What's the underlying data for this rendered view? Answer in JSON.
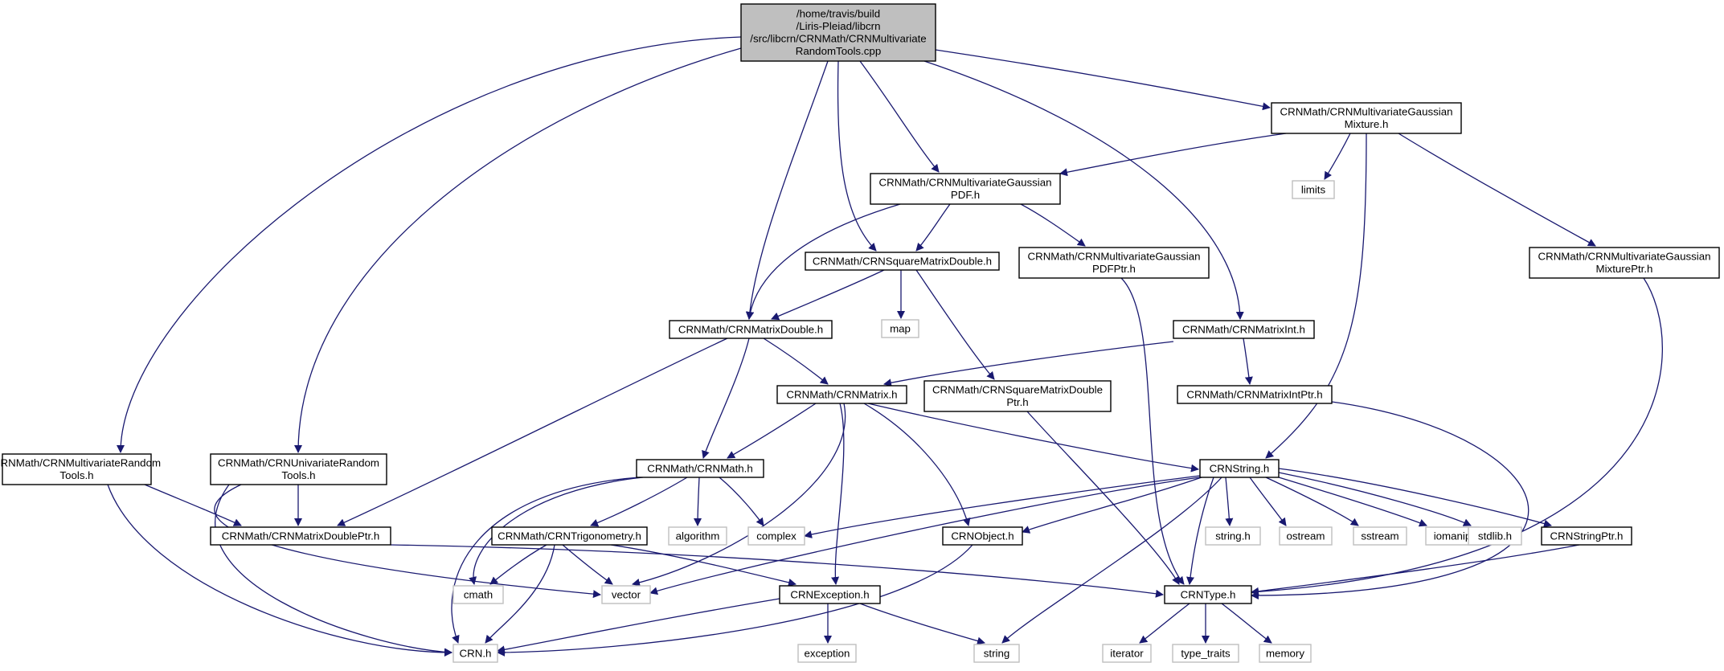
{
  "diagram": {
    "kind": "include-dependency-graph",
    "colors": {
      "edge": "#191970",
      "root_fill": "#bfbfbf",
      "node_border": "#000000",
      "external_border": "#bfbfbf",
      "background": "#ffffff"
    },
    "nodes": [
      {
        "id": "root",
        "lines": [
          "/home/travis/build",
          "/Liris-Pleiad/libcrn",
          "/src/libcrn/CRNMath/CRNMultivariate",
          "RandomTools.cpp"
        ],
        "kind": "root"
      },
      {
        "id": "mvrandom",
        "lines": [
          "CRNMath/CRNMultivariateRandom",
          "Tools.h"
        ],
        "kind": "header"
      },
      {
        "id": "univrandom",
        "lines": [
          "CRNMath/CRNUnivariateRandom",
          "Tools.h"
        ],
        "kind": "header"
      },
      {
        "id": "mgmix",
        "lines": [
          "CRNMath/CRNMultivariateGaussian",
          "Mixture.h"
        ],
        "kind": "header"
      },
      {
        "id": "mgpdf",
        "lines": [
          "CRNMath/CRNMultivariateGaussian",
          "PDF.h"
        ],
        "kind": "header"
      },
      {
        "id": "sqmd",
        "lines": [
          "CRNMath/CRNSquareMatrixDouble.h"
        ],
        "kind": "header"
      },
      {
        "id": "mgpdfptr",
        "lines": [
          "CRNMath/CRNMultivariateGaussian",
          "PDFPtr.h"
        ],
        "kind": "header"
      },
      {
        "id": "mgmixptr",
        "lines": [
          "CRNMath/CRNMultivariateGaussian",
          "MixturePtr.h"
        ],
        "kind": "header"
      },
      {
        "id": "limits",
        "lines": [
          "limits"
        ],
        "kind": "external"
      },
      {
        "id": "map",
        "lines": [
          "map"
        ],
        "kind": "external"
      },
      {
        "id": "md",
        "lines": [
          "CRNMath/CRNMatrixDouble.h"
        ],
        "kind": "header"
      },
      {
        "id": "mi",
        "lines": [
          "CRNMath/CRNMatrixInt.h"
        ],
        "kind": "header"
      },
      {
        "id": "mat",
        "lines": [
          "CRNMath/CRNMatrix.h"
        ],
        "kind": "header"
      },
      {
        "id": "sqmdptr",
        "lines": [
          "CRNMath/CRNSquareMatrixDouble",
          "Ptr.h"
        ],
        "kind": "header"
      },
      {
        "id": "miptr",
        "lines": [
          "CRNMath/CRNMatrixIntPtr.h"
        ],
        "kind": "header"
      },
      {
        "id": "crnmath",
        "lines": [
          "CRNMath/CRNMath.h"
        ],
        "kind": "header"
      },
      {
        "id": "str",
        "lines": [
          "CRNString.h"
        ],
        "kind": "header"
      },
      {
        "id": "mdptr",
        "lines": [
          "CRNMath/CRNMatrixDoublePtr.h"
        ],
        "kind": "header"
      },
      {
        "id": "trig",
        "lines": [
          "CRNMath/CRNTrigonometry.h"
        ],
        "kind": "header"
      },
      {
        "id": "algorithm",
        "lines": [
          "algorithm"
        ],
        "kind": "external"
      },
      {
        "id": "complex",
        "lines": [
          "complex"
        ],
        "kind": "external"
      },
      {
        "id": "obj",
        "lines": [
          "CRNObject.h"
        ],
        "kind": "header"
      },
      {
        "id": "stringh",
        "lines": [
          "string.h"
        ],
        "kind": "external"
      },
      {
        "id": "ostream",
        "lines": [
          "ostream"
        ],
        "kind": "external"
      },
      {
        "id": "sstream",
        "lines": [
          "sstream"
        ],
        "kind": "external"
      },
      {
        "id": "iomanip",
        "lines": [
          "iomanip"
        ],
        "kind": "external"
      },
      {
        "id": "stdlib",
        "lines": [
          "stdlib.h"
        ],
        "kind": "external"
      },
      {
        "id": "strptr",
        "lines": [
          "CRNStringPtr.h"
        ],
        "kind": "header"
      },
      {
        "id": "cmath",
        "lines": [
          "cmath"
        ],
        "kind": "external"
      },
      {
        "id": "vector",
        "lines": [
          "vector"
        ],
        "kind": "external"
      },
      {
        "id": "exc",
        "lines": [
          "CRNException.h"
        ],
        "kind": "header"
      },
      {
        "id": "type",
        "lines": [
          "CRNType.h"
        ],
        "kind": "header"
      },
      {
        "id": "crnh",
        "lines": [
          "CRN.h"
        ],
        "kind": "external"
      },
      {
        "id": "exception",
        "lines": [
          "exception"
        ],
        "kind": "external"
      },
      {
        "id": "string",
        "lines": [
          "string"
        ],
        "kind": "external"
      },
      {
        "id": "iterator",
        "lines": [
          "iterator"
        ],
        "kind": "external"
      },
      {
        "id": "type_traits",
        "lines": [
          "type_traits"
        ],
        "kind": "external"
      },
      {
        "id": "memory",
        "lines": [
          "memory"
        ],
        "kind": "external"
      }
    ],
    "edges": [
      {
        "from": "root",
        "to": "mvrandom"
      },
      {
        "from": "root",
        "to": "univrandom"
      },
      {
        "from": "root",
        "to": "md"
      },
      {
        "from": "root",
        "to": "sqmd"
      },
      {
        "from": "root",
        "to": "mgpdf"
      },
      {
        "from": "root",
        "to": "mi"
      },
      {
        "from": "root",
        "to": "mgmix"
      },
      {
        "from": "mgmix",
        "to": "mgpdf"
      },
      {
        "from": "mgmix",
        "to": "limits"
      },
      {
        "from": "mgmix",
        "to": "str"
      },
      {
        "from": "mgmix",
        "to": "mgmixptr"
      },
      {
        "from": "mgpdf",
        "to": "md"
      },
      {
        "from": "mgpdf",
        "to": "sqmd"
      },
      {
        "from": "mgpdf",
        "to": "mgpdfptr"
      },
      {
        "from": "sqmd",
        "to": "md"
      },
      {
        "from": "sqmd",
        "to": "map"
      },
      {
        "from": "sqmd",
        "to": "sqmdptr"
      },
      {
        "from": "mgpdfptr",
        "to": "type"
      },
      {
        "from": "mgmixptr",
        "to": "type"
      },
      {
        "from": "md",
        "to": "mat"
      },
      {
        "from": "md",
        "to": "crnmath"
      },
      {
        "from": "md",
        "to": "mdptr"
      },
      {
        "from": "mi",
        "to": "mat"
      },
      {
        "from": "mi",
        "to": "miptr"
      },
      {
        "from": "miptr",
        "to": "type"
      },
      {
        "from": "sqmdptr",
        "to": "type"
      },
      {
        "from": "mat",
        "to": "crnmath"
      },
      {
        "from": "mat",
        "to": "str"
      },
      {
        "from": "mat",
        "to": "obj"
      },
      {
        "from": "mat",
        "to": "exc"
      },
      {
        "from": "mat",
        "to": "vector"
      },
      {
        "from": "mvrandom",
        "to": "mdptr"
      },
      {
        "from": "mvrandom",
        "to": "crnh"
      },
      {
        "from": "univrandom",
        "to": "mdptr"
      },
      {
        "from": "univrandom",
        "to": "vector"
      },
      {
        "from": "univrandom",
        "to": "crnh"
      },
      {
        "from": "crnmath",
        "to": "trig"
      },
      {
        "from": "crnmath",
        "to": "algorithm"
      },
      {
        "from": "crnmath",
        "to": "complex"
      },
      {
        "from": "crnmath",
        "to": "cmath"
      },
      {
        "from": "crnmath",
        "to": "crnh"
      },
      {
        "from": "mdptr",
        "to": "type"
      },
      {
        "from": "trig",
        "to": "cmath"
      },
      {
        "from": "trig",
        "to": "vector"
      },
      {
        "from": "trig",
        "to": "crnh"
      },
      {
        "from": "trig",
        "to": "exc"
      },
      {
        "from": "str",
        "to": "complex"
      },
      {
        "from": "str",
        "to": "vector"
      },
      {
        "from": "str",
        "to": "obj"
      },
      {
        "from": "str",
        "to": "type"
      },
      {
        "from": "str",
        "to": "stringh"
      },
      {
        "from": "str",
        "to": "ostream"
      },
      {
        "from": "str",
        "to": "sstream"
      },
      {
        "from": "str",
        "to": "iomanip"
      },
      {
        "from": "str",
        "to": "stdlib"
      },
      {
        "from": "str",
        "to": "strptr"
      },
      {
        "from": "str",
        "to": "string"
      },
      {
        "from": "strptr",
        "to": "type"
      },
      {
        "from": "obj",
        "to": "crnh"
      },
      {
        "from": "exc",
        "to": "crnh"
      },
      {
        "from": "exc",
        "to": "exception"
      },
      {
        "from": "exc",
        "to": "string"
      },
      {
        "from": "type",
        "to": "iterator"
      },
      {
        "from": "type",
        "to": "type_traits"
      },
      {
        "from": "type",
        "to": "memory"
      }
    ]
  }
}
